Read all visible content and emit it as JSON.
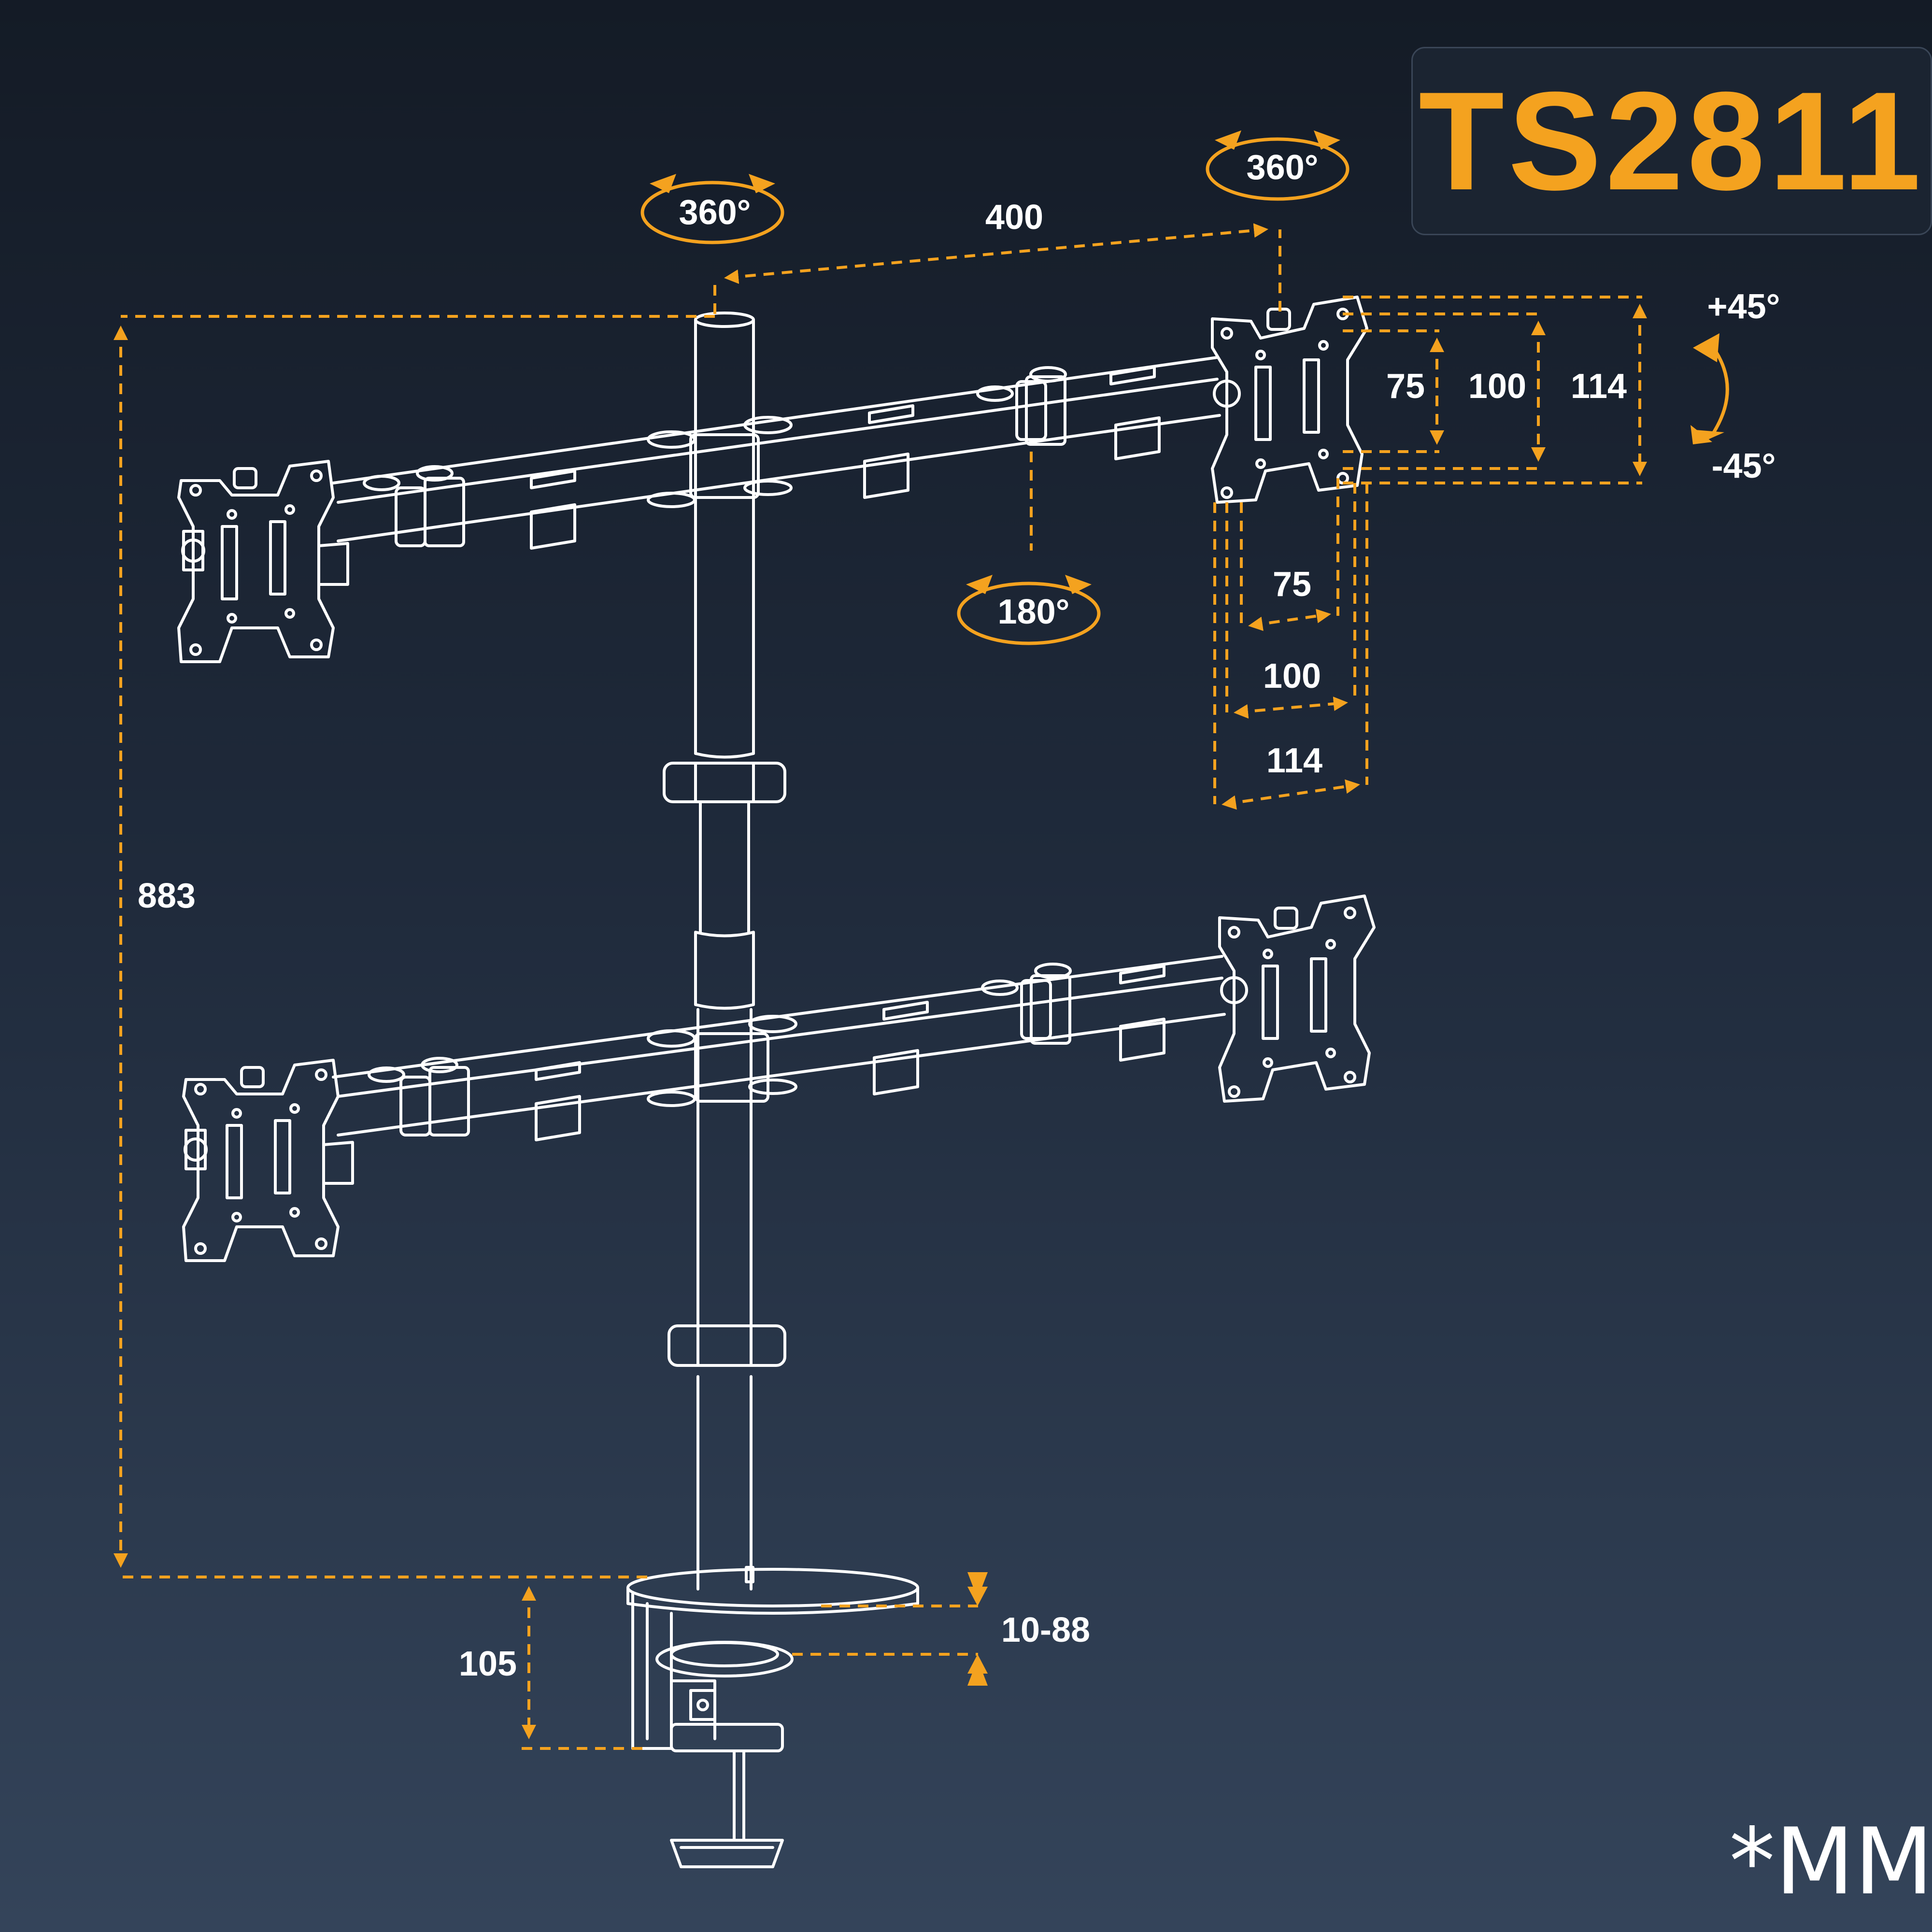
{
  "model": "TS2811",
  "unit_note": "*MM",
  "rotations": {
    "pole": "360°",
    "head": "360°",
    "arm": "180°",
    "tilt_up": "+45°",
    "tilt_down": "-45°"
  },
  "dimensions": {
    "arm_reach": "400",
    "height": "883",
    "vesa_v_75": "75",
    "vesa_v_100": "100",
    "vesa_v_114": "114",
    "vesa_h_75": "75",
    "vesa_h_100": "100",
    "vesa_h_114": "114",
    "clamp_depth": "105",
    "desk_thickness": "10-88"
  },
  "colors": {
    "accent": "#f4a21f",
    "line_art": "#ffffff",
    "background_top": "#141b26",
    "background_bottom": "#34445a"
  }
}
